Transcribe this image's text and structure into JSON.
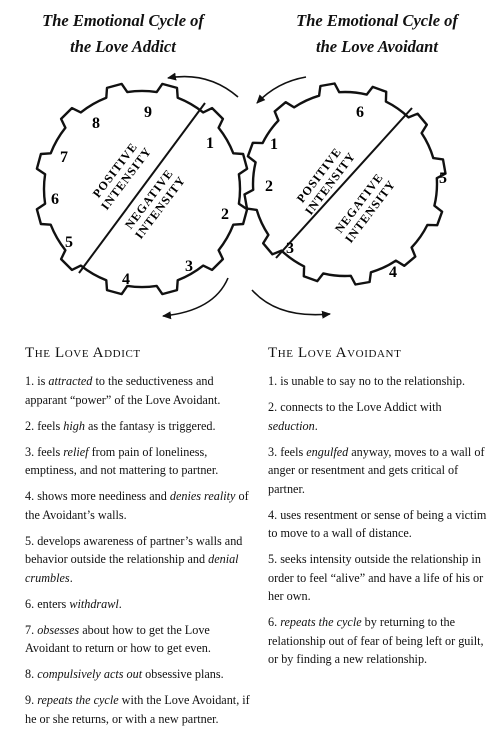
{
  "left_title": [
    "The Emotional Cycle of",
    "the Love Addict"
  ],
  "right_title": [
    "The Emotional Cycle of",
    "the Love Avoidant"
  ],
  "gear_labels": {
    "positive": [
      "POSITIVE",
      "INTENSITY"
    ],
    "negative": [
      "NEGATIVE",
      "INTENSITY"
    ]
  },
  "left_gear_numbers": [
    "1",
    "2",
    "3",
    "4",
    "5",
    "6",
    "7",
    "8",
    "9"
  ],
  "right_gear_numbers": [
    "1",
    "2",
    "3",
    "4",
    "5",
    "6"
  ],
  "addict": {
    "heading": "The Love Addict",
    "items": [
      [
        {
          "t": "1. is "
        },
        {
          "t": "attracted",
          "s": "i"
        },
        {
          "t": " to the seductiveness and apparant “power” of the Love Avoidant."
        }
      ],
      [
        {
          "t": "2. feels "
        },
        {
          "t": "high",
          "s": "i"
        },
        {
          "t": " as the fantasy is triggered."
        }
      ],
      [
        {
          "t": "3. feels "
        },
        {
          "t": "relief",
          "s": "i"
        },
        {
          "t": " from pain of loneliness, emptiness, and not mattering to partner."
        }
      ],
      [
        {
          "t": "4. shows more neediness and "
        },
        {
          "t": "denies reality",
          "s": "i"
        },
        {
          "t": " of the Avoidant’s walls."
        }
      ],
      [
        {
          "t": "5. develops awareness of partner’s walls and behavior outside the relationship and "
        },
        {
          "t": "denial crumbles",
          "s": "i"
        },
        {
          "t": "."
        }
      ],
      [
        {
          "t": "6. enters "
        },
        {
          "t": "withdrawl",
          "s": "i"
        },
        {
          "t": "."
        }
      ],
      [
        {
          "t": "7. "
        },
        {
          "t": "obsesses",
          "s": "i"
        },
        {
          "t": " about how to get the Love Avoidant to return or how to get even."
        }
      ],
      [
        {
          "t": "8. "
        },
        {
          "t": "compulsively acts out",
          "s": "i"
        },
        {
          "t": " obsessive plans."
        }
      ],
      [
        {
          "t": "9. "
        },
        {
          "t": "repeats the cycle",
          "s": "i"
        },
        {
          "t": " with the Love Avoidant, if he or she returns, or with a new partner."
        }
      ]
    ]
  },
  "avoidant": {
    "heading": "The Love Avoidant",
    "items": [
      [
        {
          "t": "1. is unable to say no to the relationship."
        }
      ],
      [
        {
          "t": "2. connects to the Love Addict with "
        },
        {
          "t": "seduction",
          "s": "i"
        },
        {
          "t": "."
        }
      ],
      [
        {
          "t": "3. feels "
        },
        {
          "t": "engulfed",
          "s": "i"
        },
        {
          "t": " anyway, moves to a wall of anger or resentment and gets critical of partner."
        }
      ],
      [
        {
          "t": "4. uses resentment or sense of being a victim to move to a wall of distance."
        }
      ],
      [
        {
          "t": "5. seeks intensity outside the relationship in order to feel “alive” and have a life of his or her own."
        }
      ],
      [
        {
          "t": "6. "
        },
        {
          "t": "repeats the cycle",
          "s": "i"
        },
        {
          "t": " by returning to the relationship out of fear of being left or guilt, or by finding a new relationship."
        }
      ]
    ]
  }
}
